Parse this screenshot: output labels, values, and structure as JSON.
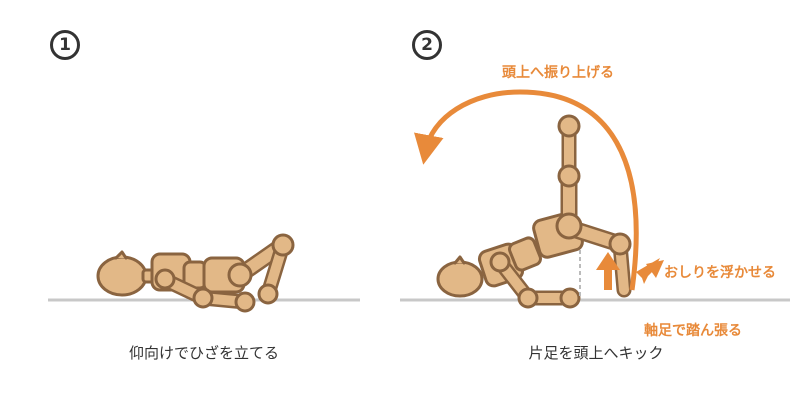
{
  "colors": {
    "accent": "#e88a3a",
    "skin_fill": "#e2b887",
    "skin_stroke": "#8a6440",
    "floor": "#c8c8c8",
    "text": "#333333"
  },
  "steps": [
    {
      "number": "1",
      "caption": "仰向けでひざを立てる"
    },
    {
      "number": "2",
      "caption": "片足を頭上へキック"
    }
  ],
  "annotations": {
    "swing": "頭上へ振り上げる",
    "lift_hips": "おしりを浮かせる",
    "brace": "軸足で踏ん張る"
  }
}
